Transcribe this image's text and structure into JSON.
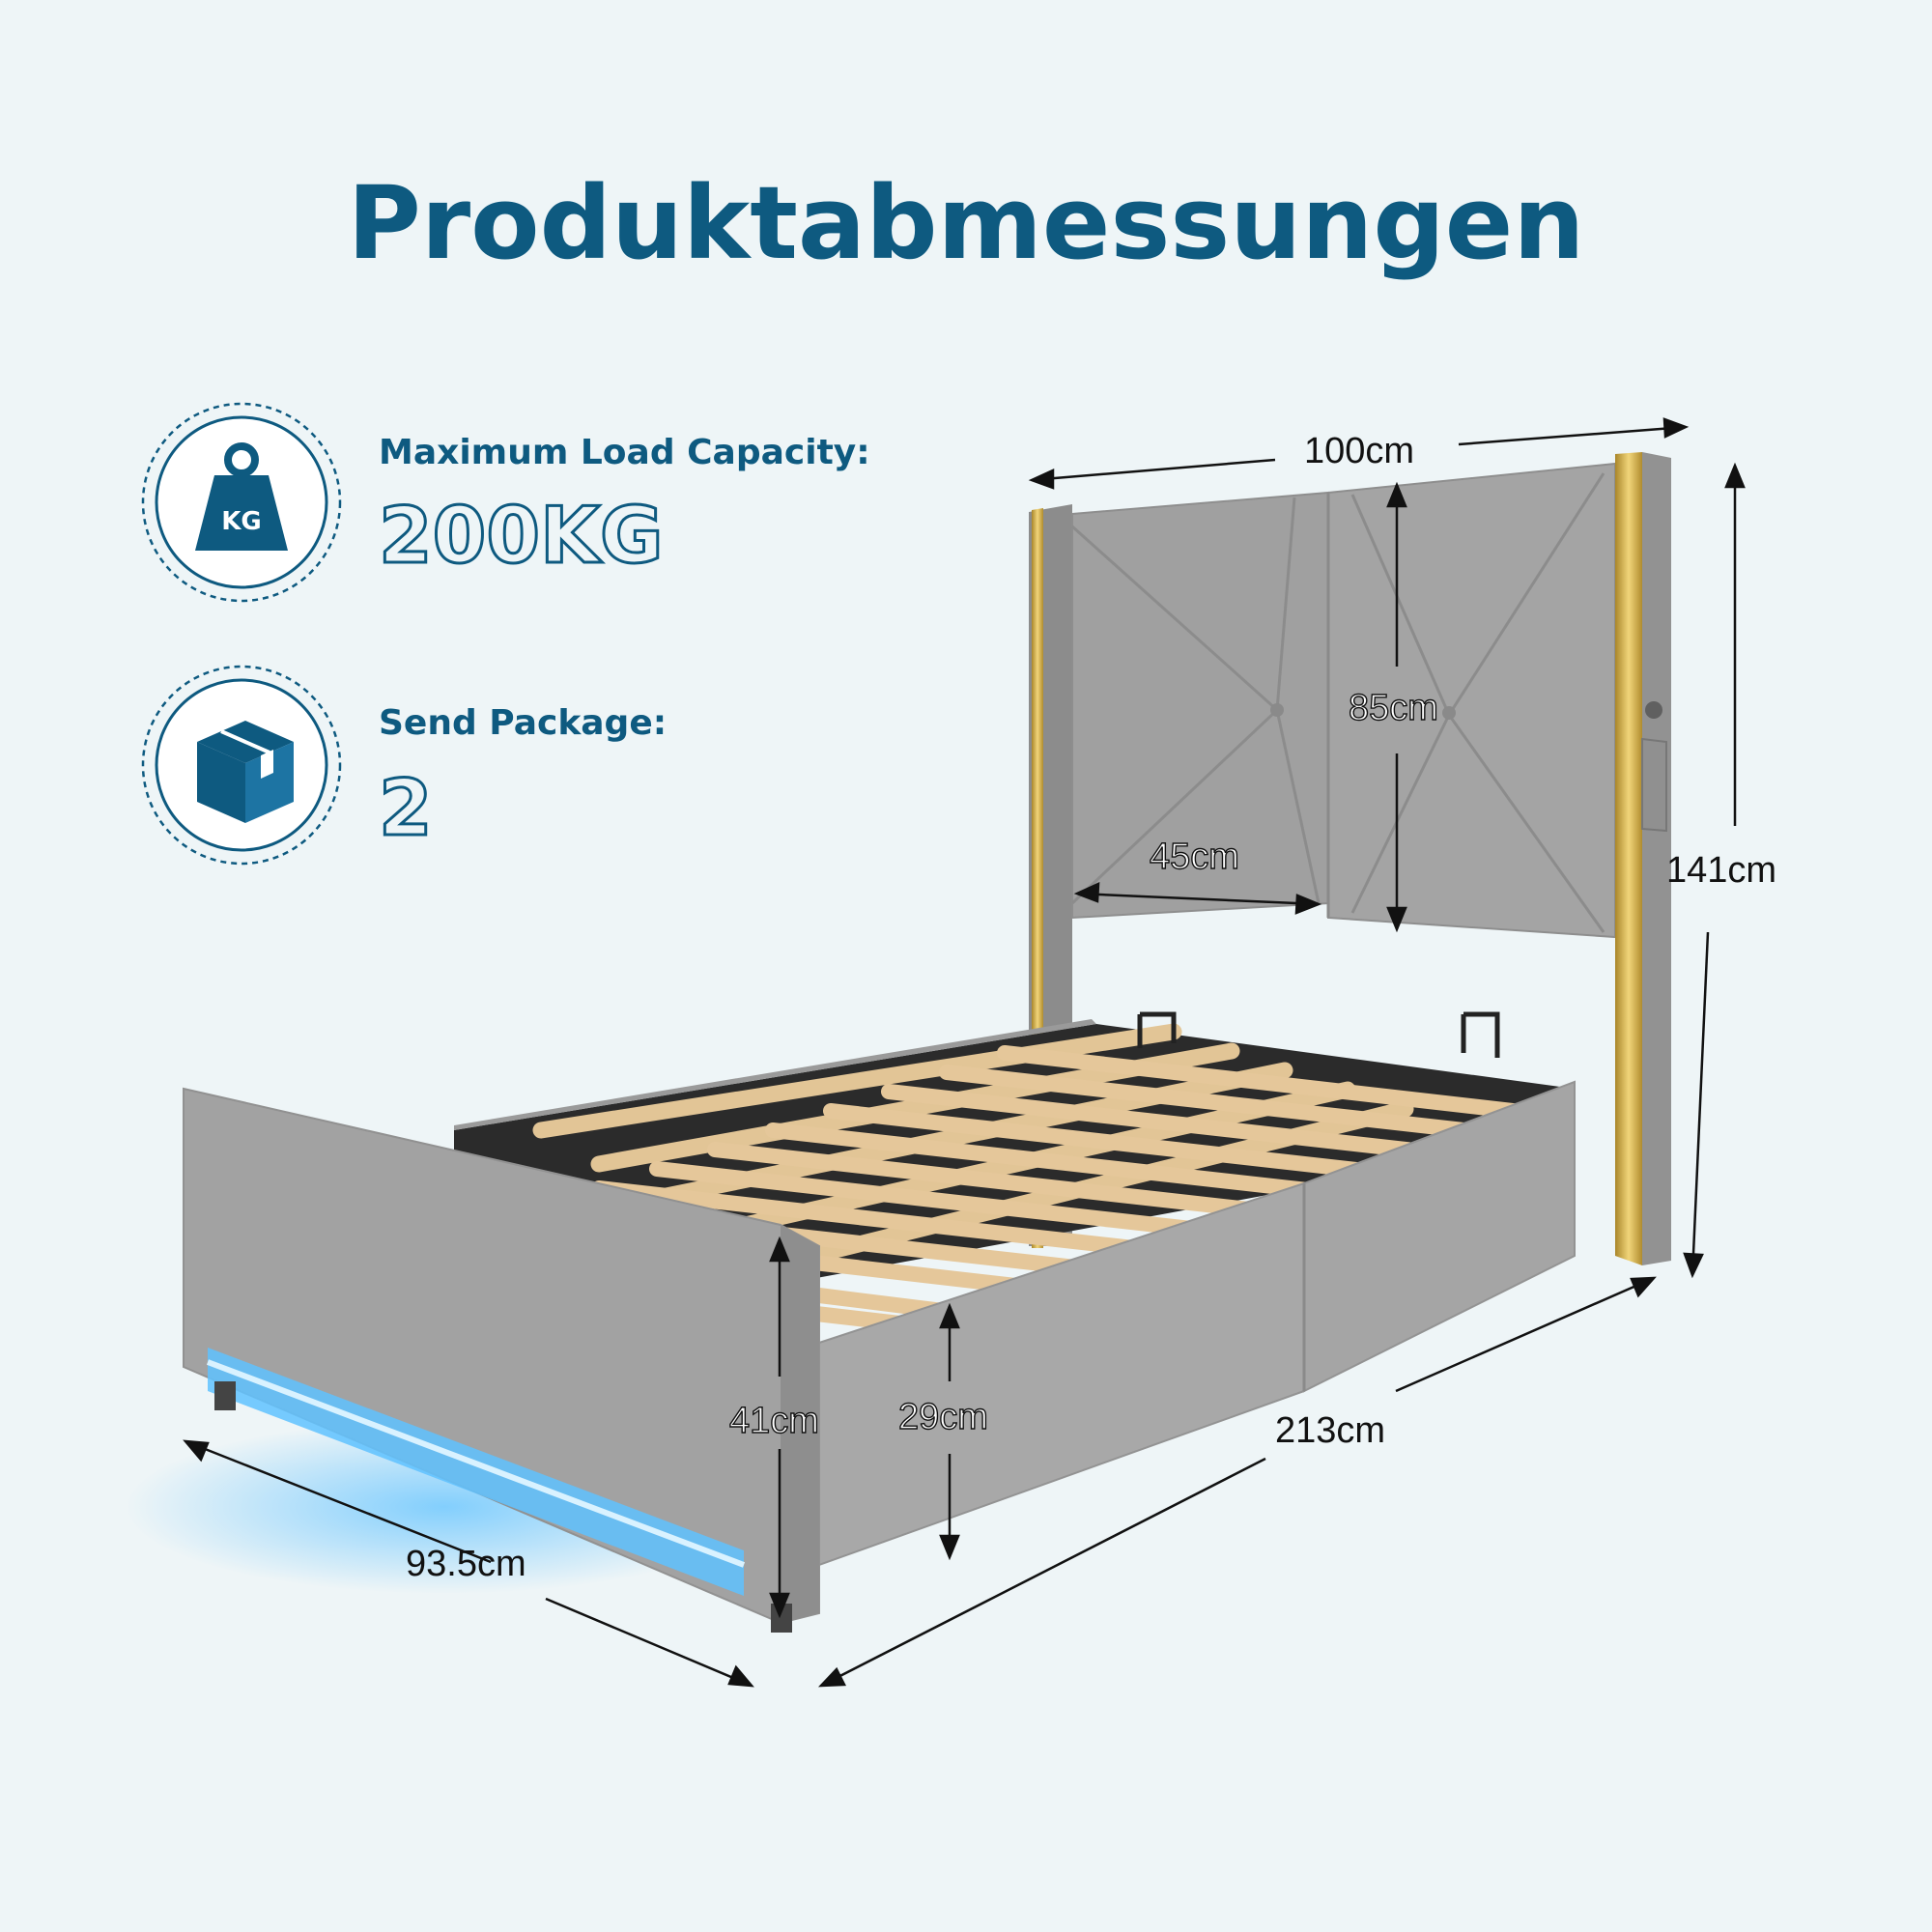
{
  "title": "Produktabmessungen",
  "specs": {
    "load": {
      "label": "Maximum Load Capacity:",
      "value": "200KG",
      "icon": "weight-kg-icon",
      "icon_text": "KG"
    },
    "package": {
      "label": "Send Package:",
      "value": "2",
      "icon": "package-box-icon"
    }
  },
  "dimensions": {
    "width": "100cm",
    "headboard_height": "85cm",
    "panel_width": "45cm",
    "total_height": "141cm",
    "length": "213cm",
    "bed_width": "93.5cm",
    "footboard_height": "41cm",
    "side_height": "29cm"
  },
  "colors": {
    "brand": "#0e5a80",
    "background": "#eef5f7",
    "fabric": "#a2a2a2",
    "gold": "#c9a640",
    "wood": "#e5c79a",
    "led": "#5fc2ff"
  }
}
